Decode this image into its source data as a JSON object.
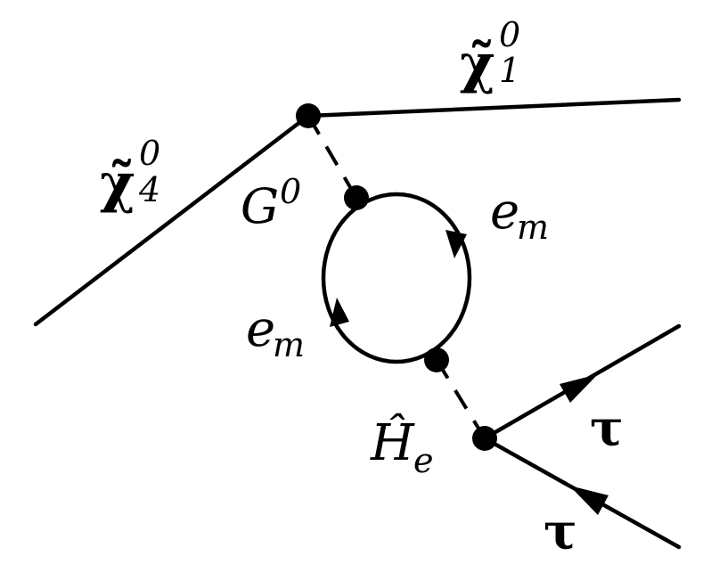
{
  "labels": {
    "chi1": {
      "base": "χ̃",
      "sup": "0",
      "sub": "1"
    },
    "chi4": {
      "base": "χ̃",
      "sup": "0",
      "sub": "4"
    },
    "goldstone": {
      "base": "G",
      "sup": "0"
    },
    "loop_right": {
      "base": "e",
      "sub": "m"
    },
    "loop_left": {
      "base": "e",
      "sub": "m"
    },
    "higgs": {
      "base": "Ĥ",
      "sub": "e"
    },
    "tau_upper": "τ",
    "tau_lower": "τ"
  }
}
